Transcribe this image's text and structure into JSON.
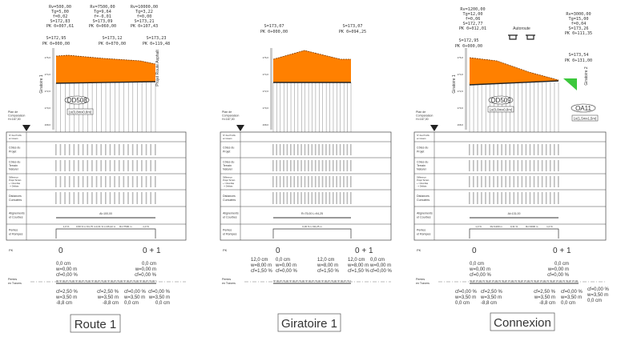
{
  "colors": {
    "fill": "#ff8000",
    "fill_green": "#3cc83c",
    "line": "#222222",
    "grid": "#999999"
  },
  "common": {
    "plan": [
      "Plan de",
      "Comparaison",
      "H=167,00"
    ],
    "axis_ticks": [
      "176,0",
      "174,0",
      "172,0",
      "170,0",
      "168,0"
    ],
    "row_labels": [
      [
        "N° des Profils",
        "en travers"
      ],
      [
        "Côtes du",
        "Projet"
      ],
      [
        "Côtes du",
        "Terrain",
        "Naturel"
      ],
      [
        "Différence",
        "Projet Terrain",
        "+ = Remblai",
        "- = Déblais"
      ],
      [
        "Distances",
        "Cumulées"
      ],
      [
        "Alignements",
        "et Courbes"
      ],
      [
        "Pentes",
        "et Rampes"
      ]
    ],
    "pk_label": "PK",
    "pentes_travers": [
      "Pentes",
      "en Travers"
    ],
    "pk_0": "0",
    "pk_1": "0 + 1"
  },
  "panels": [
    {
      "title": "Route 1",
      "curves": [
        [
          "Rv=500,00",
          "Tg=5,00",
          "f=0,02",
          "S=172,83",
          "PK 0+007,61"
        ],
        [
          "Rv=7500,00",
          "Tg=9,64",
          "f=-0,01",
          "S=173,09",
          "PK 0+060,00"
        ],
        [
          "Rv=10000,00",
          "Tg=3,22",
          "f=0,00",
          "S=173,21",
          "PK 0+107,43"
        ]
      ],
      "points": [
        [
          "S=172,95",
          "PK 0+000,00"
        ],
        [
          "S=173,12",
          "PK 0+070,00"
        ],
        [
          "S=173,23",
          "PK 0+119,48"
        ]
      ],
      "vertical_labels": [
        "Giratoire 1",
        "Projet Route Asphalt"
      ],
      "structures": [
        {
          "name": "OD508",
          "size": "1x(0,8mx0,8m)"
        }
      ],
      "alignment": "Al=100,00",
      "slopes": [
        "1,0 %",
        "0,50 %   L=31,75 m",
        "0,31 %   L=26,22 m",
        "Rv=7500 m",
        "-1,0 %"
      ],
      "top_xs": [
        [
          "0,0 cm",
          "w=0,00 m",
          "cf=0,00 %"
        ],
        [
          "0,0 cm",
          "w=0,00 m",
          "cf=0,00 %"
        ]
      ],
      "bottom_xs": [
        [
          "cf=2,50 %",
          "w=3,50 m",
          "-8,8 cm"
        ],
        [
          "cf=2,50 %",
          "w=3,50 m",
          "-8,8 cm"
        ],
        [
          "cf=0,00 %",
          "w=3,50 m",
          "0,0 cm"
        ],
        [
          "cf=0,00 %",
          "w=3,50 m",
          "0,0 cm"
        ]
      ]
    },
    {
      "title": "Giratoire 1",
      "curves": [],
      "points": [
        [
          "S=173,07",
          "PK 0+000,00"
        ],
        [
          "S=173,07",
          "PK 0+094,25"
        ]
      ],
      "vertical_labels": [],
      "structures": [],
      "alignment": "R=75,00   L=94,25",
      "slopes": [
        "0,00 %   L=94,25 m"
      ],
      "top_xs": [
        [
          "12,0 cm",
          "w=8,00 m",
          "cf=1,50 %"
        ],
        [
          "0,0 cm",
          "w=0,00 m",
          "cf=0,00 %"
        ],
        [
          "12,0 cm",
          "w=8,00 m",
          "cf=1,50 %"
        ],
        [
          "12,0 cm",
          "w=8,00 m",
          "cf=1,50 %"
        ],
        [
          "0,0 cm",
          "w=0,00 m",
          "cf=0,00 %"
        ]
      ],
      "bottom_xs": []
    },
    {
      "title": "Connexion",
      "curves": [
        [
          "Rv=1200,00",
          "Tg=12,00",
          "f=0,06",
          "S=172,77",
          "PK 0+012,01"
        ],
        [
          "Rv=3000,00",
          "Tg=15,00",
          "f=0,04",
          "S=173,26",
          "PK 0+111,35"
        ]
      ],
      "points": [
        [
          "S=172,95",
          "PK 0+000,00"
        ],
        [
          "S=173,54",
          "PK 0+131,00"
        ]
      ],
      "autoroute": "Autoroute",
      "vertical_labels": [
        "Giratoire 1",
        "Giratoire 2"
      ],
      "structures": [
        {
          "name": "OD509",
          "size": "1x(0,8mx0,8m)"
        },
        {
          "name": "OA11",
          "size": "1x(1,5mx1,5m)"
        }
      ],
      "alignment": "Al=131,00",
      "slopes": [
        "1,0 %",
        "Rv=1200 m",
        "0,31 %",
        "Rv=3000 m",
        "1,0 %"
      ],
      "top_xs": [
        [
          "0,0 cm",
          "w=0,00 m",
          "cf=0,00 %"
        ],
        [
          "0,0 cm",
          "w=0,00 m",
          "cf=0,00 %"
        ]
      ],
      "bottom_xs": [
        [
          "cf=0,00 %",
          "w=3,50 m",
          "0,0 cm"
        ],
        [
          "cf=2,50 %",
          "w=3,50 m",
          "-8,8 cm"
        ],
        [
          "cf=2,50 %",
          "w=3,50 m",
          "-8,8 cm"
        ],
        [
          "cf=0,00 %",
          "w=3,50 m",
          "0,0 cm"
        ],
        [
          "cf=0,00 %",
          "w=3,50 m",
          "0,0 cm"
        ]
      ]
    }
  ]
}
